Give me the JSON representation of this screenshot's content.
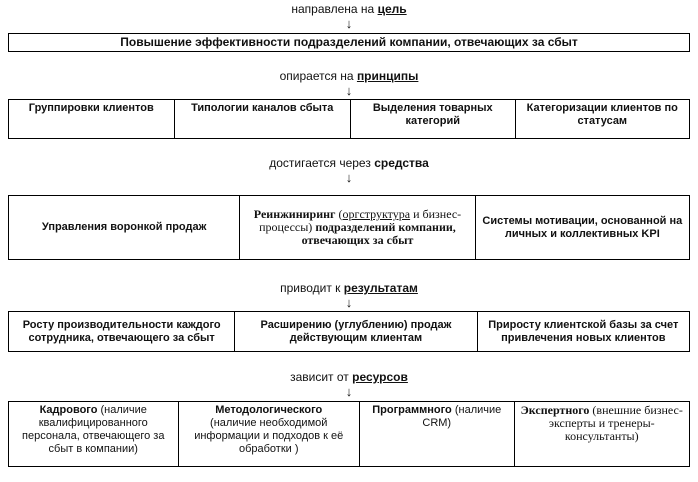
{
  "goal": {
    "label_prefix": "направлена на",
    "label_key": "цель",
    "box": "Повышение эффективности подразделений компании, отвечающих за сбыт"
  },
  "principles": {
    "label_prefix": "опирается на",
    "label_key": "принципы",
    "items": [
      "Группировки клиентов",
      "Типологии каналов сбыта",
      "Выделения товарных категорий",
      "Категоризации клиентов по статусам"
    ]
  },
  "means": {
    "label_prefix": "достигается через",
    "label_key": "средства",
    "item1": "Управления воронкой продаж",
    "item2": {
      "bold1": "Реинжиниринг",
      "plain1": " (",
      "underlined": "оргструктура",
      "plain2": " и бизнес-процессы) ",
      "bold2": "подразделений компании, отвечающих за сбыт"
    },
    "item3": "Системы мотивации, основанной на личных и коллективных KPI"
  },
  "results": {
    "label_prefix": "приводит к",
    "label_key": "результатам",
    "items": [
      "Росту производительности каждого сотрудника, отвечающего за сбыт",
      "Расширению (углублению) продаж действующим клиентам",
      "Приросту клиентской базы за счет привлечения новых клиентов"
    ]
  },
  "resources": {
    "label_prefix": "зависит от",
    "label_key": "ресурсов",
    "items": [
      {
        "title": "Кадрового",
        "desc": " (наличие квалифицированного персонала, отвечающего за сбыт в компании)"
      },
      {
        "title": "Методологического",
        "desc": "(наличие необходимой информации и подходов к её обработки )"
      },
      {
        "title": "Программного",
        "desc": " (наличие CRM)"
      },
      {
        "title": "Экспертного",
        "desc": " (внешние бизнес-эксперты и тренеры-консультанты)"
      }
    ]
  },
  "arrow_glyph": "↓"
}
